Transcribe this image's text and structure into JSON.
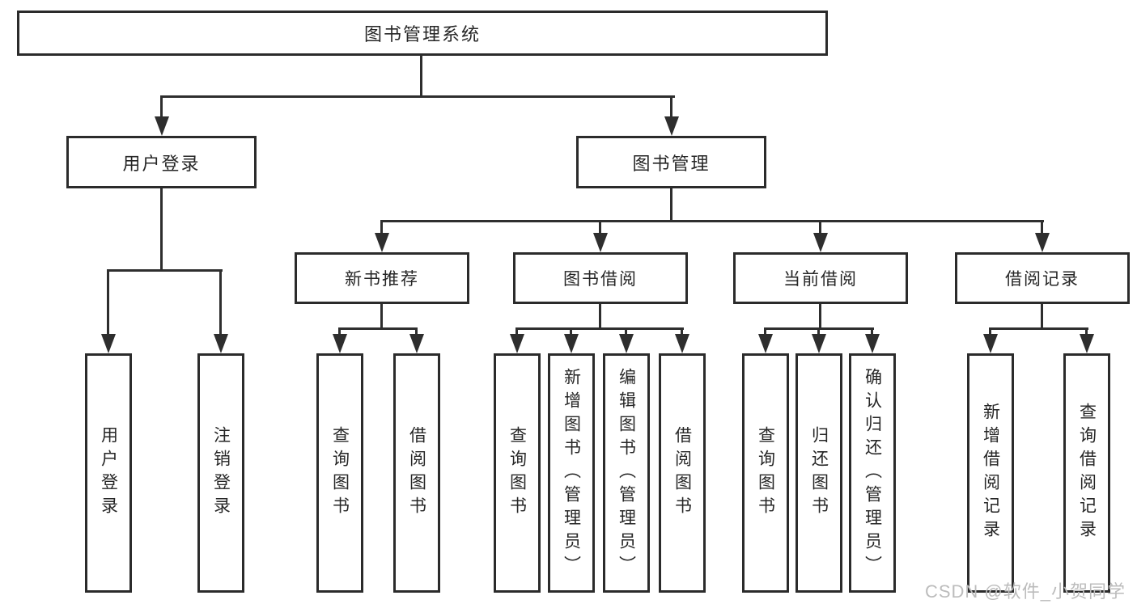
{
  "tree": {
    "root": {
      "label": "图书管理系统"
    },
    "level2": [
      {
        "label": "用户登录",
        "children": [
          "用户登录",
          "注销登录"
        ]
      },
      {
        "label": "图书管理"
      }
    ],
    "level3": [
      {
        "label": "新书推荐",
        "children": [
          "查询图书",
          "借阅图书"
        ]
      },
      {
        "label": "图书借阅",
        "children": [
          "查询图书",
          "新增图书（管理员）",
          "编辑图书（管理员）",
          "借阅图书"
        ]
      },
      {
        "label": "当前借阅",
        "children": [
          "查询图书",
          "归还图书",
          "确认归还（管理员）"
        ]
      },
      {
        "label": "借阅记录",
        "children": [
          "新增借阅记录",
          "查询借阅记录"
        ]
      }
    ]
  },
  "watermark": "CSDN @软件_小贺同学",
  "colors": {
    "line": "#2e2e2e",
    "box_border": "#2b2b2b",
    "text": "#262626",
    "watermark": "#bcbcbc",
    "background": "#ffffff"
  }
}
